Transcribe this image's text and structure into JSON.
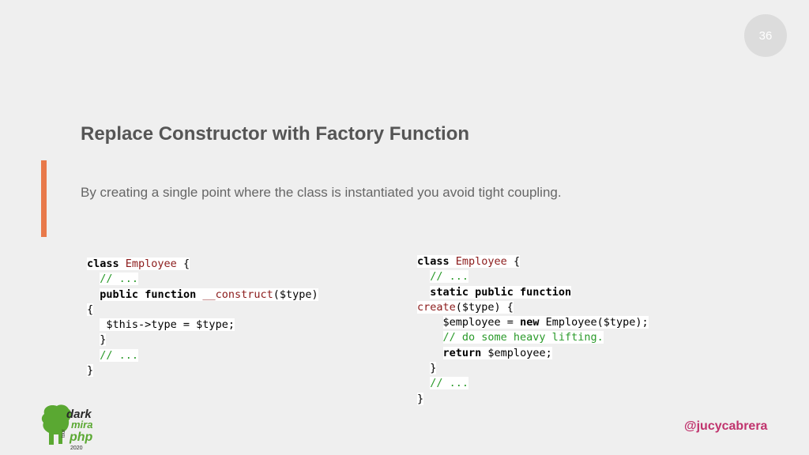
{
  "slide": {
    "number": "36",
    "title": "Replace Constructor with Factory Function",
    "subtitle": "By creating a single point where the class is instantiated you avoid tight coupling.",
    "handle": "@jucycabrera"
  },
  "code_left": {
    "l1_kw": "class",
    "l1_cls": "Employee",
    "l1_rest": " {",
    "l2": "// ...",
    "l3_kw1": "public",
    "l3_kw2": "function",
    "l3_fn": "__construct",
    "l3_rest": "($type)",
    "l4": "{",
    "l5": " $this->type = $type;",
    "l6": "}",
    "l7": "// ...",
    "l8": "}"
  },
  "code_right": {
    "l1_kw": "class",
    "l1_cls": "Employee",
    "l1_rest": " {",
    "l2": "// ...",
    "l3": "static public function",
    "l4_fn": "create",
    "l4_rest": "($type) {",
    "l5_a": "$employee = ",
    "l5_kw": "new",
    "l5_b": " Employee($type);",
    "l6": "// do some heavy lifting.",
    "l7_kw": "return",
    "l7_rest": " $employee;",
    "l8": "}",
    "l9": "// ...",
    "l10": "}"
  },
  "logo": {
    "text_dark": "dark",
    "text_mira": "mira",
    "text_php": "php",
    "text_tour": "tour",
    "text_year": "2020"
  },
  "colors": {
    "accent": "#e8794a",
    "handle": "#c0336d",
    "comment": "#2a9a2a",
    "class_name": "#8b1a1a",
    "logo_green": "#5aa832"
  }
}
